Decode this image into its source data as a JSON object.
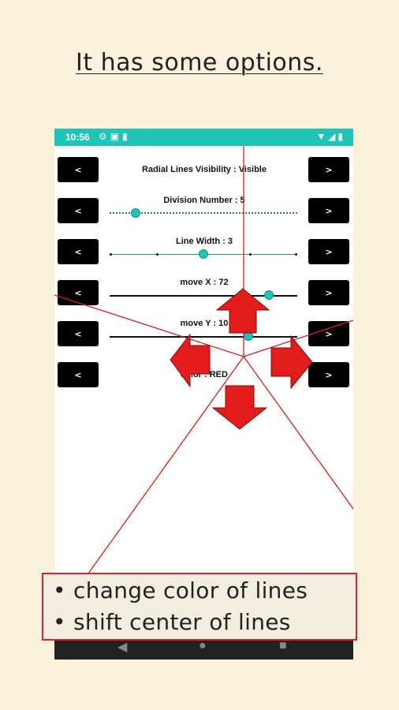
{
  "headline": "It has some options.",
  "status_bar": {
    "time": "10:56",
    "left_icons": [
      "gear-icon",
      "sim-icon",
      "clipboard-icon"
    ],
    "right_icons": [
      "wifi-icon",
      "signal-icon",
      "battery-icon"
    ]
  },
  "rows": [
    {
      "prev": "<",
      "next": ">",
      "label": "Radial Lines Visibility : Visible"
    },
    {
      "prev": "<",
      "next": ">",
      "label": "Division Number : 5",
      "slider_fraction": 0.14
    },
    {
      "prev": "<",
      "next": ">",
      "label": "Line Width : 3",
      "slider_fraction": 0.5
    },
    {
      "prev": "<",
      "next": ">",
      "label": "move X : 72",
      "slider_fraction": 0.85
    },
    {
      "prev": "<",
      "next": ">",
      "label": "move Y : 10",
      "slider_fraction": 0.74
    },
    {
      "prev": "<",
      "next": ">",
      "label": "color : RED"
    }
  ],
  "callout": {
    "line1": "• change color of lines",
    "line2": "• shift center of lines"
  },
  "colors": {
    "background": "#fbf1dc",
    "status_bar": "#1ec4b7",
    "accent_red": "#e21a1a",
    "slider_thumb": "#1ec4b7"
  }
}
